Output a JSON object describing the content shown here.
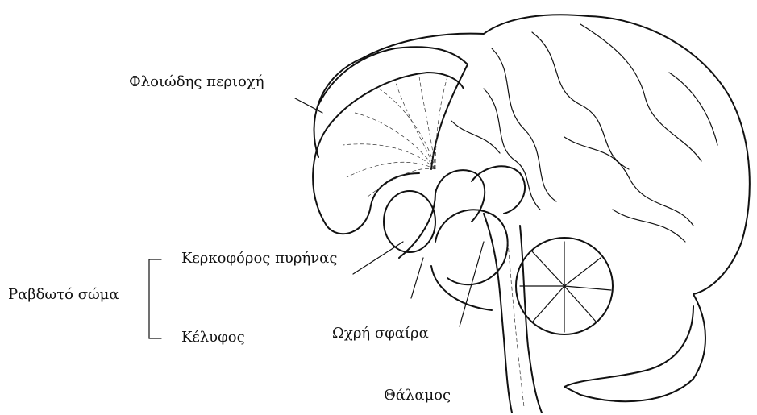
{
  "labels": {
    "cortex": "Φλοιώδης περιοχή",
    "caudate": "Κερκοφόρος πυρήνας",
    "striatum": "Ραβδωτό σώμα",
    "putamen": "Κέλυφος",
    "globus_pallidus": "Ωχρή σφαίρα",
    "thalamus": "Θάλαμος"
  },
  "colors": {
    "ink": "#111111",
    "background": "#ffffff"
  }
}
